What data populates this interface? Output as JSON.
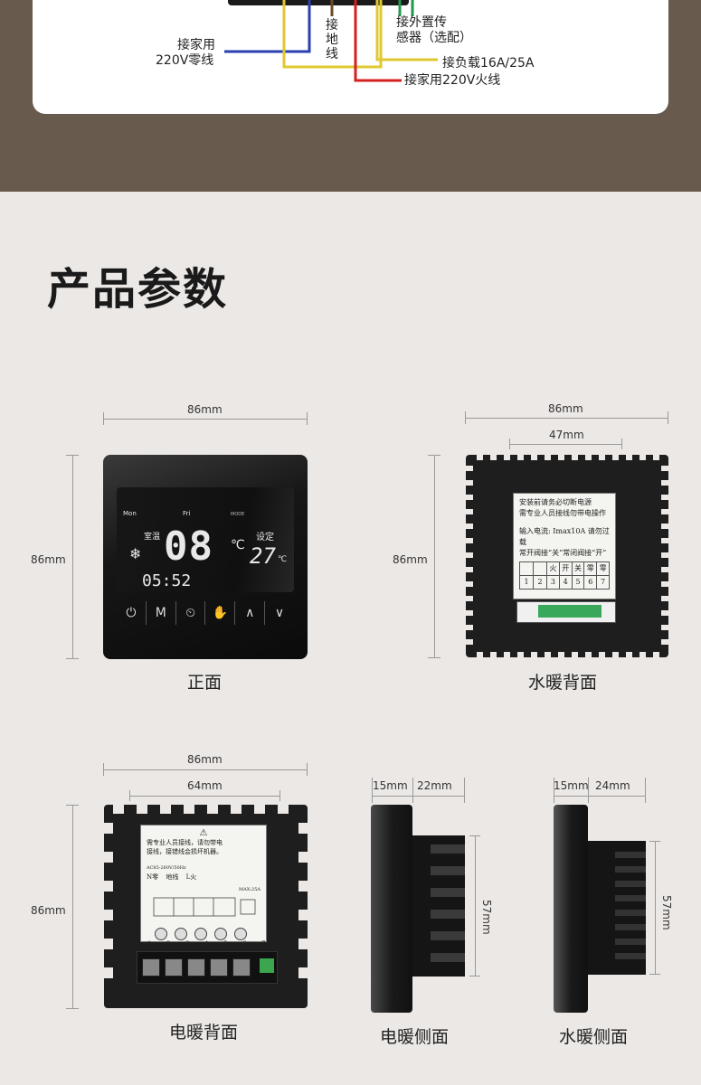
{
  "wiring": {
    "neutral_label_1": "接家用",
    "neutral_label_2": "220V零线",
    "ground_label": "接地线",
    "sensor_label_1": "接外置传",
    "sensor_label_2": "感器（选配）",
    "load_label": "接负载16A/25A",
    "live_label": "接家用220V火线",
    "colors": {
      "neutral": "#2a3fb0",
      "ground": "#e0c830",
      "live": "#d62020",
      "sensor": "#1e9a4a",
      "load": "#e0c830",
      "brown": "#6b4a2a"
    }
  },
  "section_title": "产品参数",
  "front": {
    "width_dim": "86mm",
    "height_dim": "86mm",
    "caption": "正面",
    "screen": {
      "day_mon": "Mon",
      "day_fri": "Fri",
      "mode": "MODE",
      "room_label": "室温",
      "room_temp": "08",
      "room_unit": "℃",
      "set_label": "设定",
      "set_temp": "27",
      "set_unit": "℃",
      "time": "05:52",
      "snow_icon": "❄"
    },
    "keys": [
      "⏻",
      "M",
      "⏲",
      "✋",
      "∧",
      "∨"
    ]
  },
  "water_back": {
    "width_dim": "86mm",
    "inner_dim": "47mm",
    "height_dim": "86mm",
    "caption": "水暖背面",
    "label_line1": "安装前请务必切断电源",
    "label_line2": "需专业人员接线勿带电操作",
    "label_line3": "输入电流: Imax10A 请勿过载",
    "label_line4": "常开阀接“关”常闭阀接“开”",
    "terminal_names": [
      "火",
      "开",
      "关",
      "零",
      "零"
    ],
    "terminal_numbers": [
      "1",
      "2",
      "3",
      "4",
      "5",
      "6",
      "7"
    ]
  },
  "electric_back": {
    "width_dim": "86mm",
    "inner_dim": "64mm",
    "height_dim": "86mm",
    "caption": "电暖背面",
    "warning_line1": "需专业人员接线，请勿带电",
    "warning_line2": "接线，接错线会损坏机器。",
    "spec": "AC85-260V/50Hz",
    "n_label": "N零",
    "ground_label": "地线",
    "l_label": "L火",
    "max_label": "MAX:25A",
    "terminal_numbers": [
      "1",
      "2",
      "3",
      "4",
      "5",
      "6",
      "7"
    ]
  },
  "electric_side": {
    "front_dim": "15mm",
    "back_dim": "22mm",
    "height_dim": "57mm",
    "caption": "电暖侧面"
  },
  "water_side": {
    "front_dim": "15mm",
    "back_dim": "24mm",
    "height_dim": "57mm",
    "caption": "水暖侧面"
  }
}
